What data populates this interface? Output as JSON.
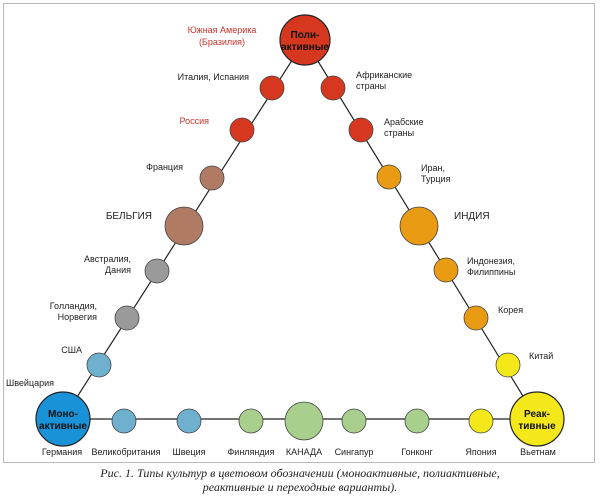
{
  "hubs": {
    "poly": {
      "line1": "Поли-",
      "line2": "активные",
      "color": "#d6381f"
    },
    "mono": {
      "line1": "Моно-",
      "line2": "активные",
      "color": "#1a92d8"
    },
    "reactive": {
      "line1": "Реак-",
      "line2": "тивные",
      "color": "#f5e81a"
    }
  },
  "labels": {
    "south_america_1": "Южная Америка",
    "south_america_2": "(Бразилия)",
    "italy_spain": "Италия, Испания",
    "russia": "Россия",
    "france": "Франция",
    "belgium": "БЕЛЬГИЯ",
    "australia_1": "Австралия,",
    "australia_2": "Дания",
    "holland_1": "Голландия,",
    "holland_2": "Норвегия",
    "usa": "США",
    "switzerland": "Швейцария",
    "germany": "Германия",
    "uk": "Великобритания",
    "sweden": "Швеция",
    "finland": "Финляндия",
    "canada": "КАНАДА",
    "singapore": "Сингапур",
    "hongkong": "Гонконг",
    "japan": "Япония",
    "vietnam": "Вьетнам",
    "africa_1": "Африканские",
    "africa_2": "страны",
    "arab_1": "Арабские",
    "arab_2": "страны",
    "iran_1": "Иран,",
    "iran_2": "Турция",
    "india": "ИНДИЯ",
    "indonesia_1": "Индонезия,",
    "indonesia_2": "Филиппины",
    "korea": "Корея",
    "china": "Китай"
  },
  "colors": {
    "red": "#d6381f",
    "brown": "#b07a64",
    "gray": "#9a9a9a",
    "blue": "#6fb0cf",
    "green": "#a8cf8c",
    "yellow": "#f5e81a",
    "orange": "#e99b14",
    "label_red": "#c8332a"
  },
  "caption": {
    "line1": "Рис. 1. Типы культур в цветовом обозначении (моноактивные, полиактивные,",
    "line2": "реактивные и переходные варианты)."
  }
}
